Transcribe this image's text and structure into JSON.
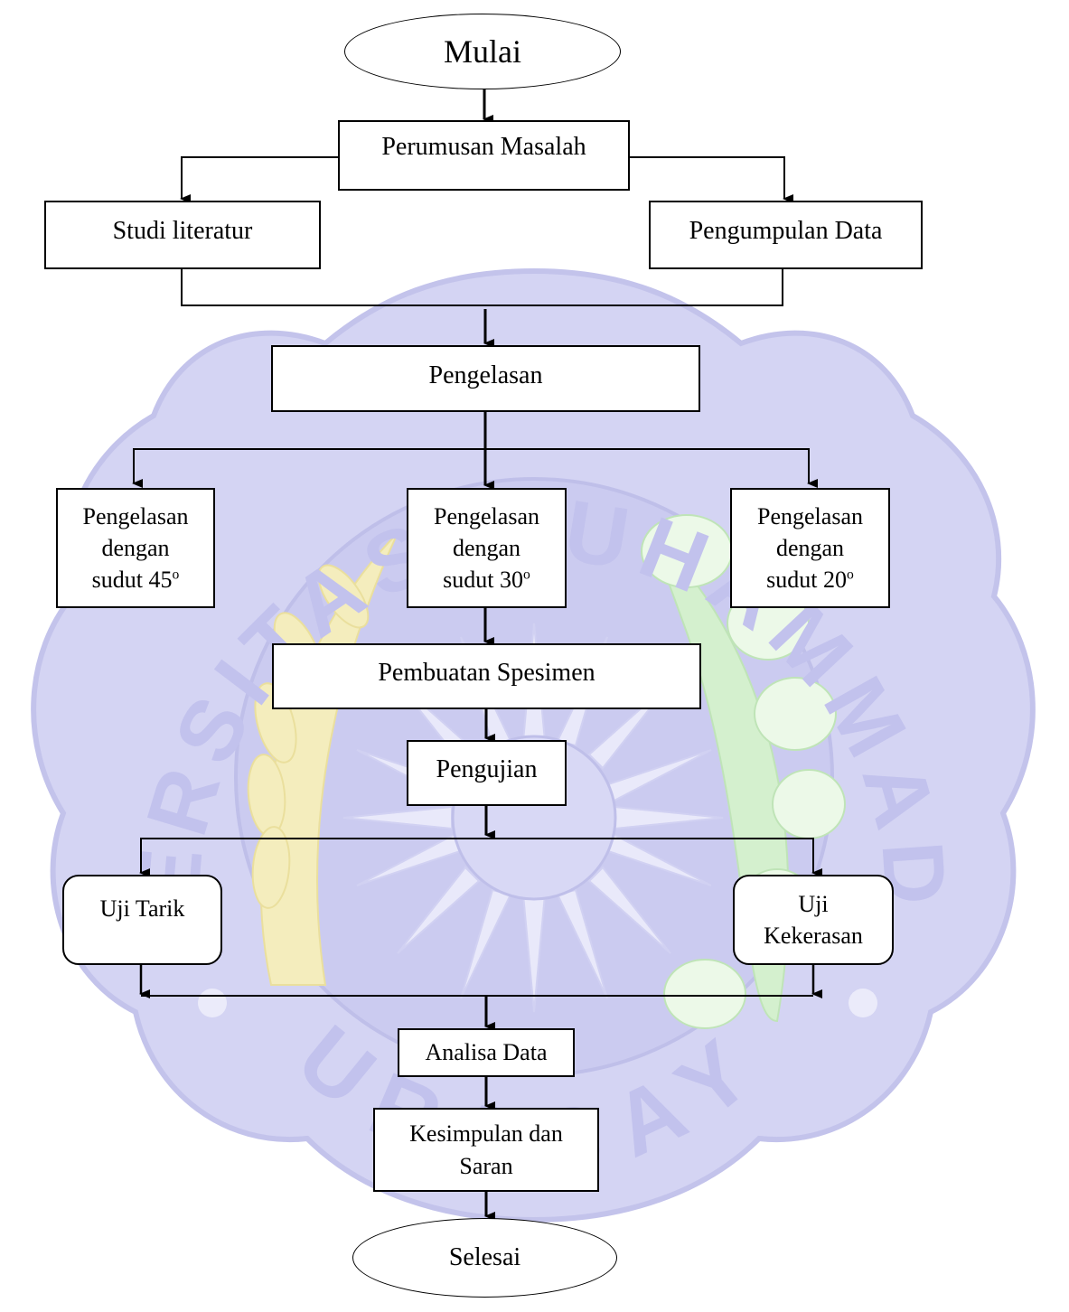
{
  "diagram": {
    "nodes": {
      "start": "Mulai",
      "problem_formulation": "Perumusan Masalah",
      "literature_study": "Studi literatur",
      "data_collection": "Pengumpulan Data",
      "welding": "Pengelasan",
      "weld45": {
        "line1": "Pengelasan",
        "line2": "dengan",
        "line3": "sudut 45",
        "sup": "o"
      },
      "weld30": {
        "line1": "Pengelasan",
        "line2": "dengan",
        "line3": "sudut 30",
        "sup": "o"
      },
      "weld20": {
        "line1": "Pengelasan",
        "line2": "dengan",
        "line3": "sudut 20",
        "sup": "o"
      },
      "specimen": "Pembuatan Spesimen",
      "testing": "Pengujian",
      "tensile_test": "Uji Tarik",
      "hardness_test": {
        "line1": "Uji",
        "line2": "Kekerasan"
      },
      "data_analysis": "Analisa Data",
      "conclusion": {
        "line1": "Kesimpulan dan",
        "line2": "Saran"
      },
      "end": "Selesai"
    },
    "watermark": {
      "arc_top": "UNIVERSITAS MUHAMMADIYAH",
      "arc_bottom": "SURABAYA",
      "colors": {
        "seal": "#c9c9f0",
        "seal_outline": "#b4b4e6",
        "wheat": "#f2e8a8",
        "leaf": "#c8efc0",
        "text": "#b4b4e6"
      }
    }
  }
}
